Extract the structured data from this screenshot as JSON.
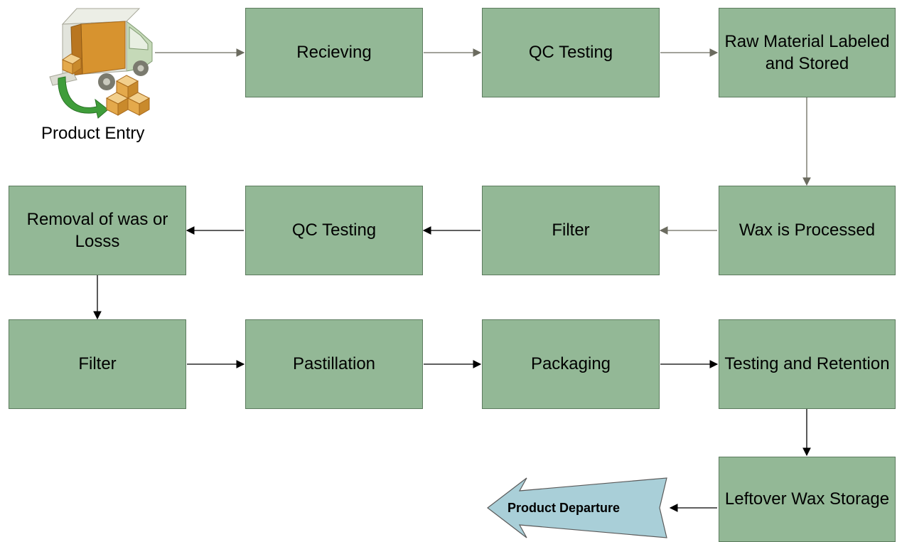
{
  "entry": {
    "label": "Product Entry",
    "icon": "delivery-truck-icon"
  },
  "departure": {
    "label": "Product Departure",
    "color": "#a9cfd8"
  },
  "colors": {
    "box_fill": "#93b896",
    "box_border": "#5c7b5e",
    "gray_arrow": "#6b6b5f",
    "black_arrow": "#000000"
  },
  "boxes": {
    "recieving": "Recieving",
    "qc_testing_1": "QC Testing",
    "raw_material": "Raw Material Labeled and Stored",
    "wax_processed": "Wax is Processed",
    "filter_1": "Filter",
    "qc_testing_2": "QC Testing",
    "removal": "Removal of was or Losss",
    "filter_2": "Filter",
    "pastillation": "Pastillation",
    "packaging": "Packaging",
    "testing_retention": "Testing and Retention",
    "leftover_wax": "Leftover Wax Storage"
  }
}
